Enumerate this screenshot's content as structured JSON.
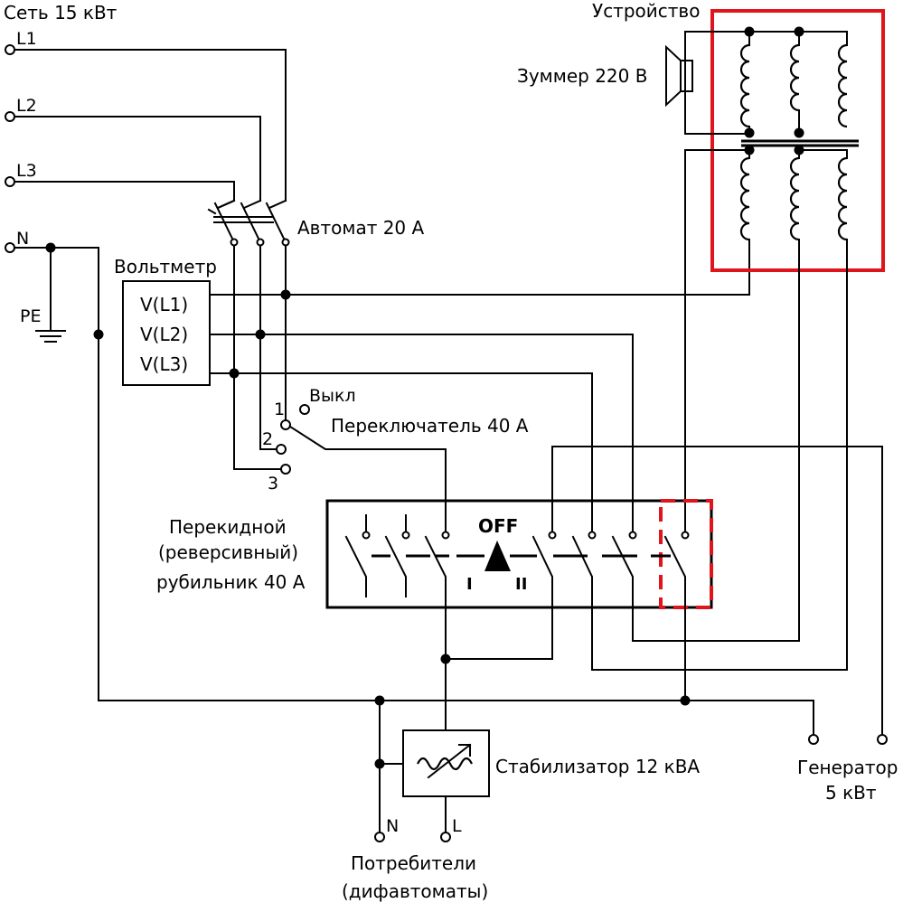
{
  "labels": {
    "grid": "Сеть 15 кВт",
    "l1": "L1",
    "l2": "L2",
    "l3": "L3",
    "n": "N",
    "pe": "PE",
    "breaker": "Автомат 20 А",
    "voltmeter": "Вольтметр",
    "v_l1": "V(L1)",
    "v_l2": "V(L2)",
    "v_l3": "V(L3)",
    "sw_off": "Выкл",
    "sw_1": "1",
    "sw_2": "2",
    "sw_3": "3",
    "selector": "Переключатель 40 А",
    "device": "Устройство",
    "buzzer": "Зуммер 220 В",
    "changeover_1": "Перекидной",
    "changeover_2": "(реверсивный)",
    "changeover_3": "рубильник 40 А",
    "sw_state": "OFF",
    "pos_1": "I",
    "pos_2": "II",
    "stabilizer": "Стабилизатор 12 кВА",
    "generator_1": "Генератор",
    "generator_2": "5 кВт",
    "consumers_1": "Потребители",
    "consumers_2": "(дифавтоматы)",
    "out_n": "N",
    "out_l": "L"
  },
  "colors": {
    "wire": "#000000",
    "highlight": "#e0141b"
  }
}
